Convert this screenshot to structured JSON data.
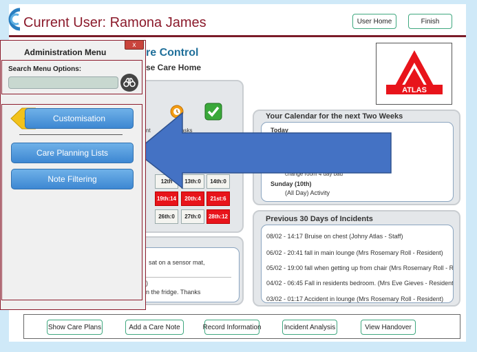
{
  "header": {
    "title": "Current User: Ramona James",
    "user_home_label": "User Home",
    "finish_label": "Finish",
    "brand_color": "#7a1b27"
  },
  "main": {
    "title": "re Control",
    "subtitle": "se Care Home",
    "atlas_logo_text": "ATLAS"
  },
  "tasks": {
    "partial_label": "nt",
    "tasks_label": "Tasks"
  },
  "calendar_cells": {
    "row1": [
      "12th",
      "13th:0",
      "14th:0"
    ],
    "row2": [
      "19th:14",
      "20th:4",
      "21st:6"
    ],
    "row3": [
      "26th:0",
      "27th:0",
      "28th:12"
    ]
  },
  "handover": {
    "line1": "sat on a sensor mat,",
    "line2": ")",
    "line3": "n the fridge. Thanks"
  },
  "calendar_panel": {
    "title": "Your Calendar for the next Two Weeks",
    "today_label": "Today",
    "partial_line": "change room 4 day bad",
    "sunday_label": "Sunday (10th)",
    "sunday_event": "(All Day) Activity"
  },
  "incidents": {
    "title": "Previous 30 Days of Incidents",
    "items": [
      "08/02 - 14:17 Bruise on chest (Johny Atlas - Staff)",
      "06/02 - 20:41 fall in main lounge (Mrs Rosemary Roll - Resident)",
      "05/02 - 19:00 fall when getting up from chair (Mrs Rosemary Roll - Re",
      "04/02 - 06:45 Fall in residents bedroom. (Mrs Eve Gieves - Resident)",
      "03/02 - 01:17 Accident in lounge (Mrs Rosemary Roll - Resident)"
    ]
  },
  "admin_menu": {
    "title": "Administration Menu",
    "close_label": "x",
    "search_label": "Search Menu Options:",
    "search_value": "",
    "items": [
      "Customisation",
      "Care Planning Lists",
      "Note Filtering"
    ]
  },
  "bottom_bar": {
    "buttons": [
      "Show Care Plans",
      "Add a Care Note",
      "Record Information",
      "Incident Analysis",
      "View Handover"
    ]
  },
  "colors": {
    "accent_blue": "#4472c4",
    "menu_blue": "#3d87d2",
    "alert_red": "#e8141b",
    "button_border_green": "#3ea77e"
  },
  "icons": [
    "binoculars-icon",
    "check-icon",
    "clock-icon",
    "back-arrow-icon",
    "close-icon",
    "atlas-logo",
    "pointer-arrow"
  ]
}
